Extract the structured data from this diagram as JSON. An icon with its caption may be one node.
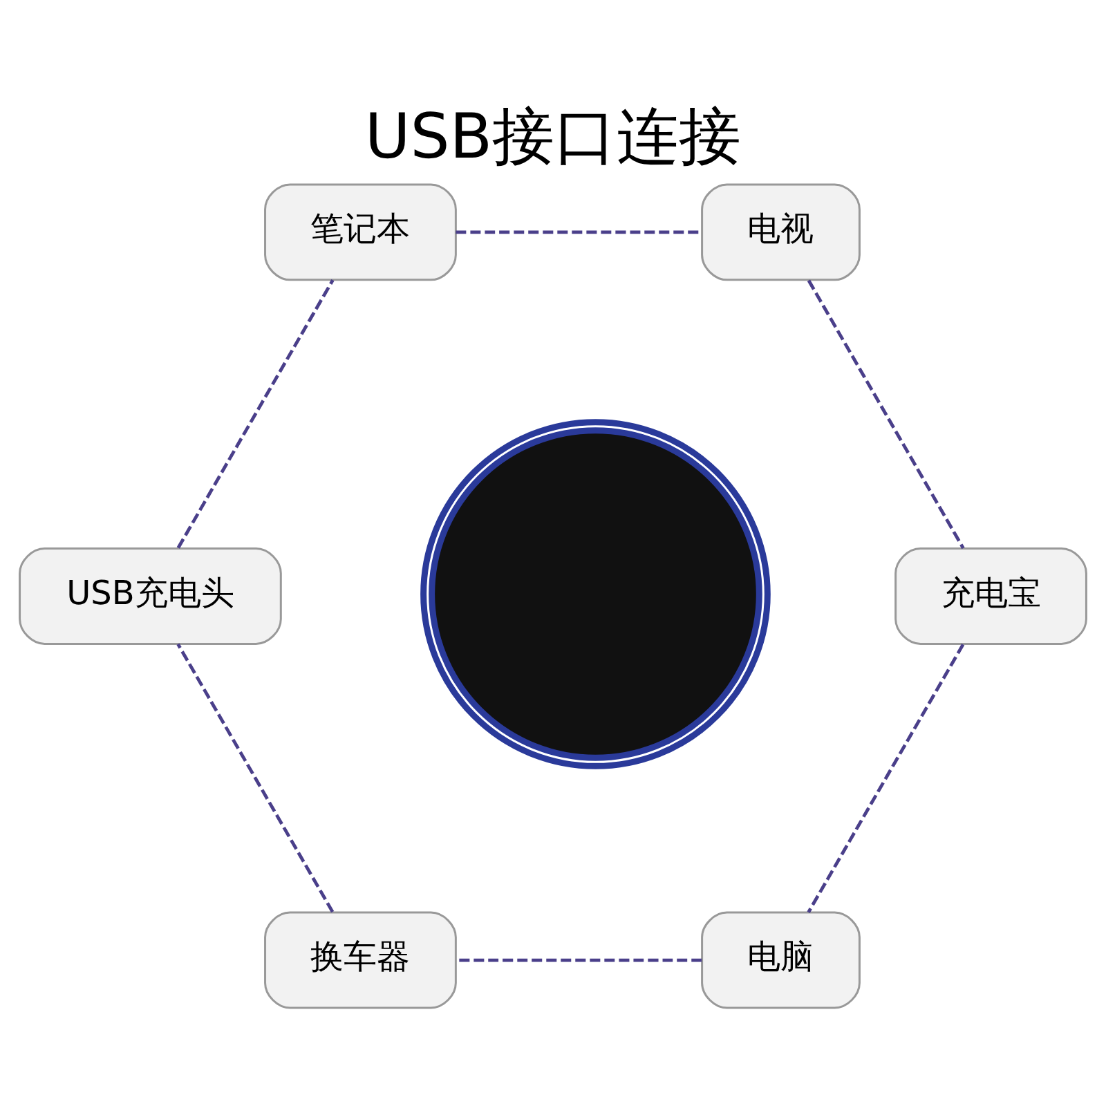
{
  "diagram": {
    "title": "USB接口连接",
    "nodes": [
      {
        "text": [
          "电脑"
        ]
      },
      {
        "text": [
          "换车器"
        ]
      },
      {
        "text": [
          "USB充电头"
        ]
      },
      {
        "text": [
          "笔记本"
        ]
      },
      {
        "text": [
          "电视"
        ]
      },
      {
        "text": [
          "充电宝"
        ]
      },
      {
        "text": [],
        "shape": "circle"
      }
    ],
    "edges": [
      {
        "from": 0,
        "to": 1,
        "arrow": "none",
        "style": "dashed"
      },
      {
        "from": 1,
        "to": 2,
        "arrow": "none",
        "style": "dashed"
      },
      {
        "from": 2,
        "to": 3,
        "arrow": "none",
        "style": "dashed"
      },
      {
        "from": 3,
        "to": 4,
        "arrow": "none",
        "style": "dashed"
      },
      {
        "from": 4,
        "to": 5,
        "arrow": "none",
        "style": "dashed"
      },
      {
        "from": 5,
        "to": 0,
        "arrow": "none",
        "style": "dashed"
      }
    ]
  }
}
